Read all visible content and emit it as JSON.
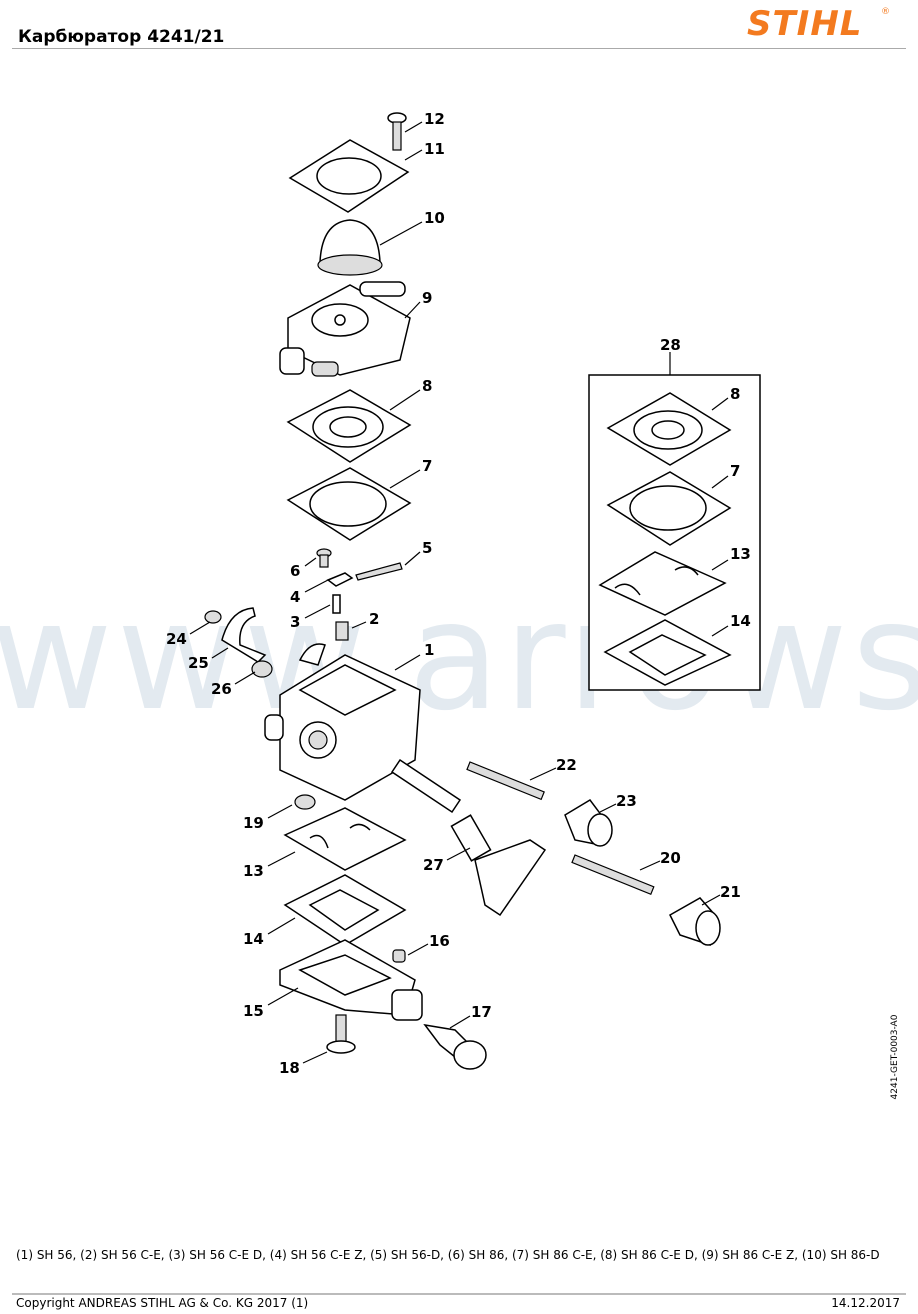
{
  "header": {
    "title": "Карбюратор 4241/21",
    "logo_text": "STIHL",
    "logo_color": "#f37a1f"
  },
  "watermark": "www.arrows.ru",
  "diagram": {
    "callouts": [
      "12",
      "11",
      "10",
      "9",
      "8",
      "7",
      "5",
      "6",
      "4",
      "3",
      "2",
      "1",
      "24",
      "25",
      "26",
      "22",
      "23",
      "19",
      "13",
      "27",
      "20",
      "21",
      "14",
      "16",
      "15",
      "17",
      "18"
    ],
    "kit": {
      "label": "28",
      "callouts": [
        "8",
        "7",
        "13",
        "14"
      ]
    },
    "drawing_code": "4241-GET-0003-A0"
  },
  "footer": {
    "models": "(1) SH 56, (2) SH 56 C-E, (3) SH 56 C-E D, (4) SH 56 C-E Z, (5) SH 56-D, (6) SH 86, (7) SH 86 C-E, (8) SH 86 C-E D, (9) SH 86 C-E Z, (10) SH 86-D",
    "copyright": "Copyright ANDREAS STIHL AG & Co. KG 2017 (1)",
    "date": "14.12.2017"
  }
}
